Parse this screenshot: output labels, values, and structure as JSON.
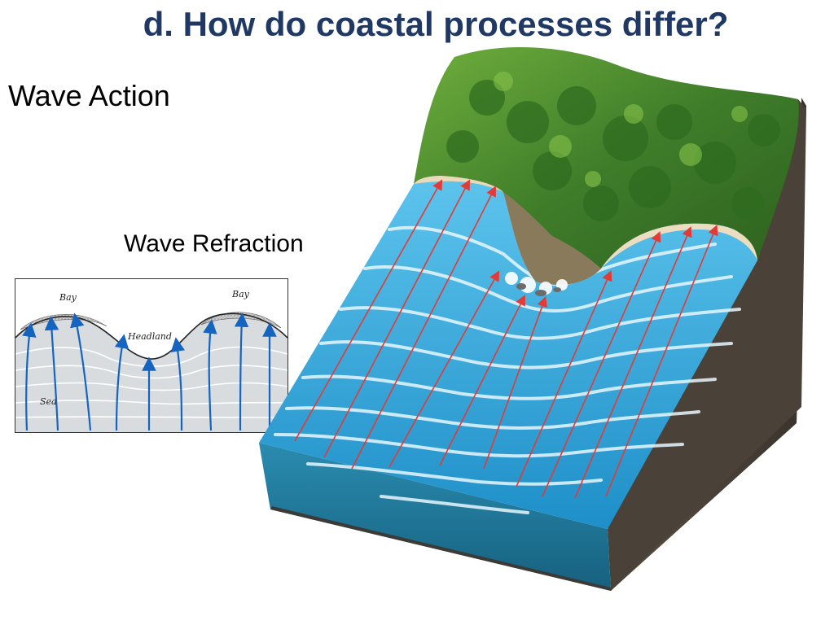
{
  "slide": {
    "title": "d. How do coastal processes differ?",
    "heading_wave_action": "Wave Action",
    "heading_wave_refraction": "Wave Refraction"
  },
  "refraction_diagram": {
    "labels": {
      "bay_left": "Bay",
      "bay_right": "Bay",
      "headland": "Headland",
      "sea": "Sea"
    },
    "arrow_color": "#1565c0"
  },
  "block_diagram": {
    "arrow_color": "#e53935",
    "water_color": "#2a9fd6",
    "land_color": "#3f7d2a"
  }
}
